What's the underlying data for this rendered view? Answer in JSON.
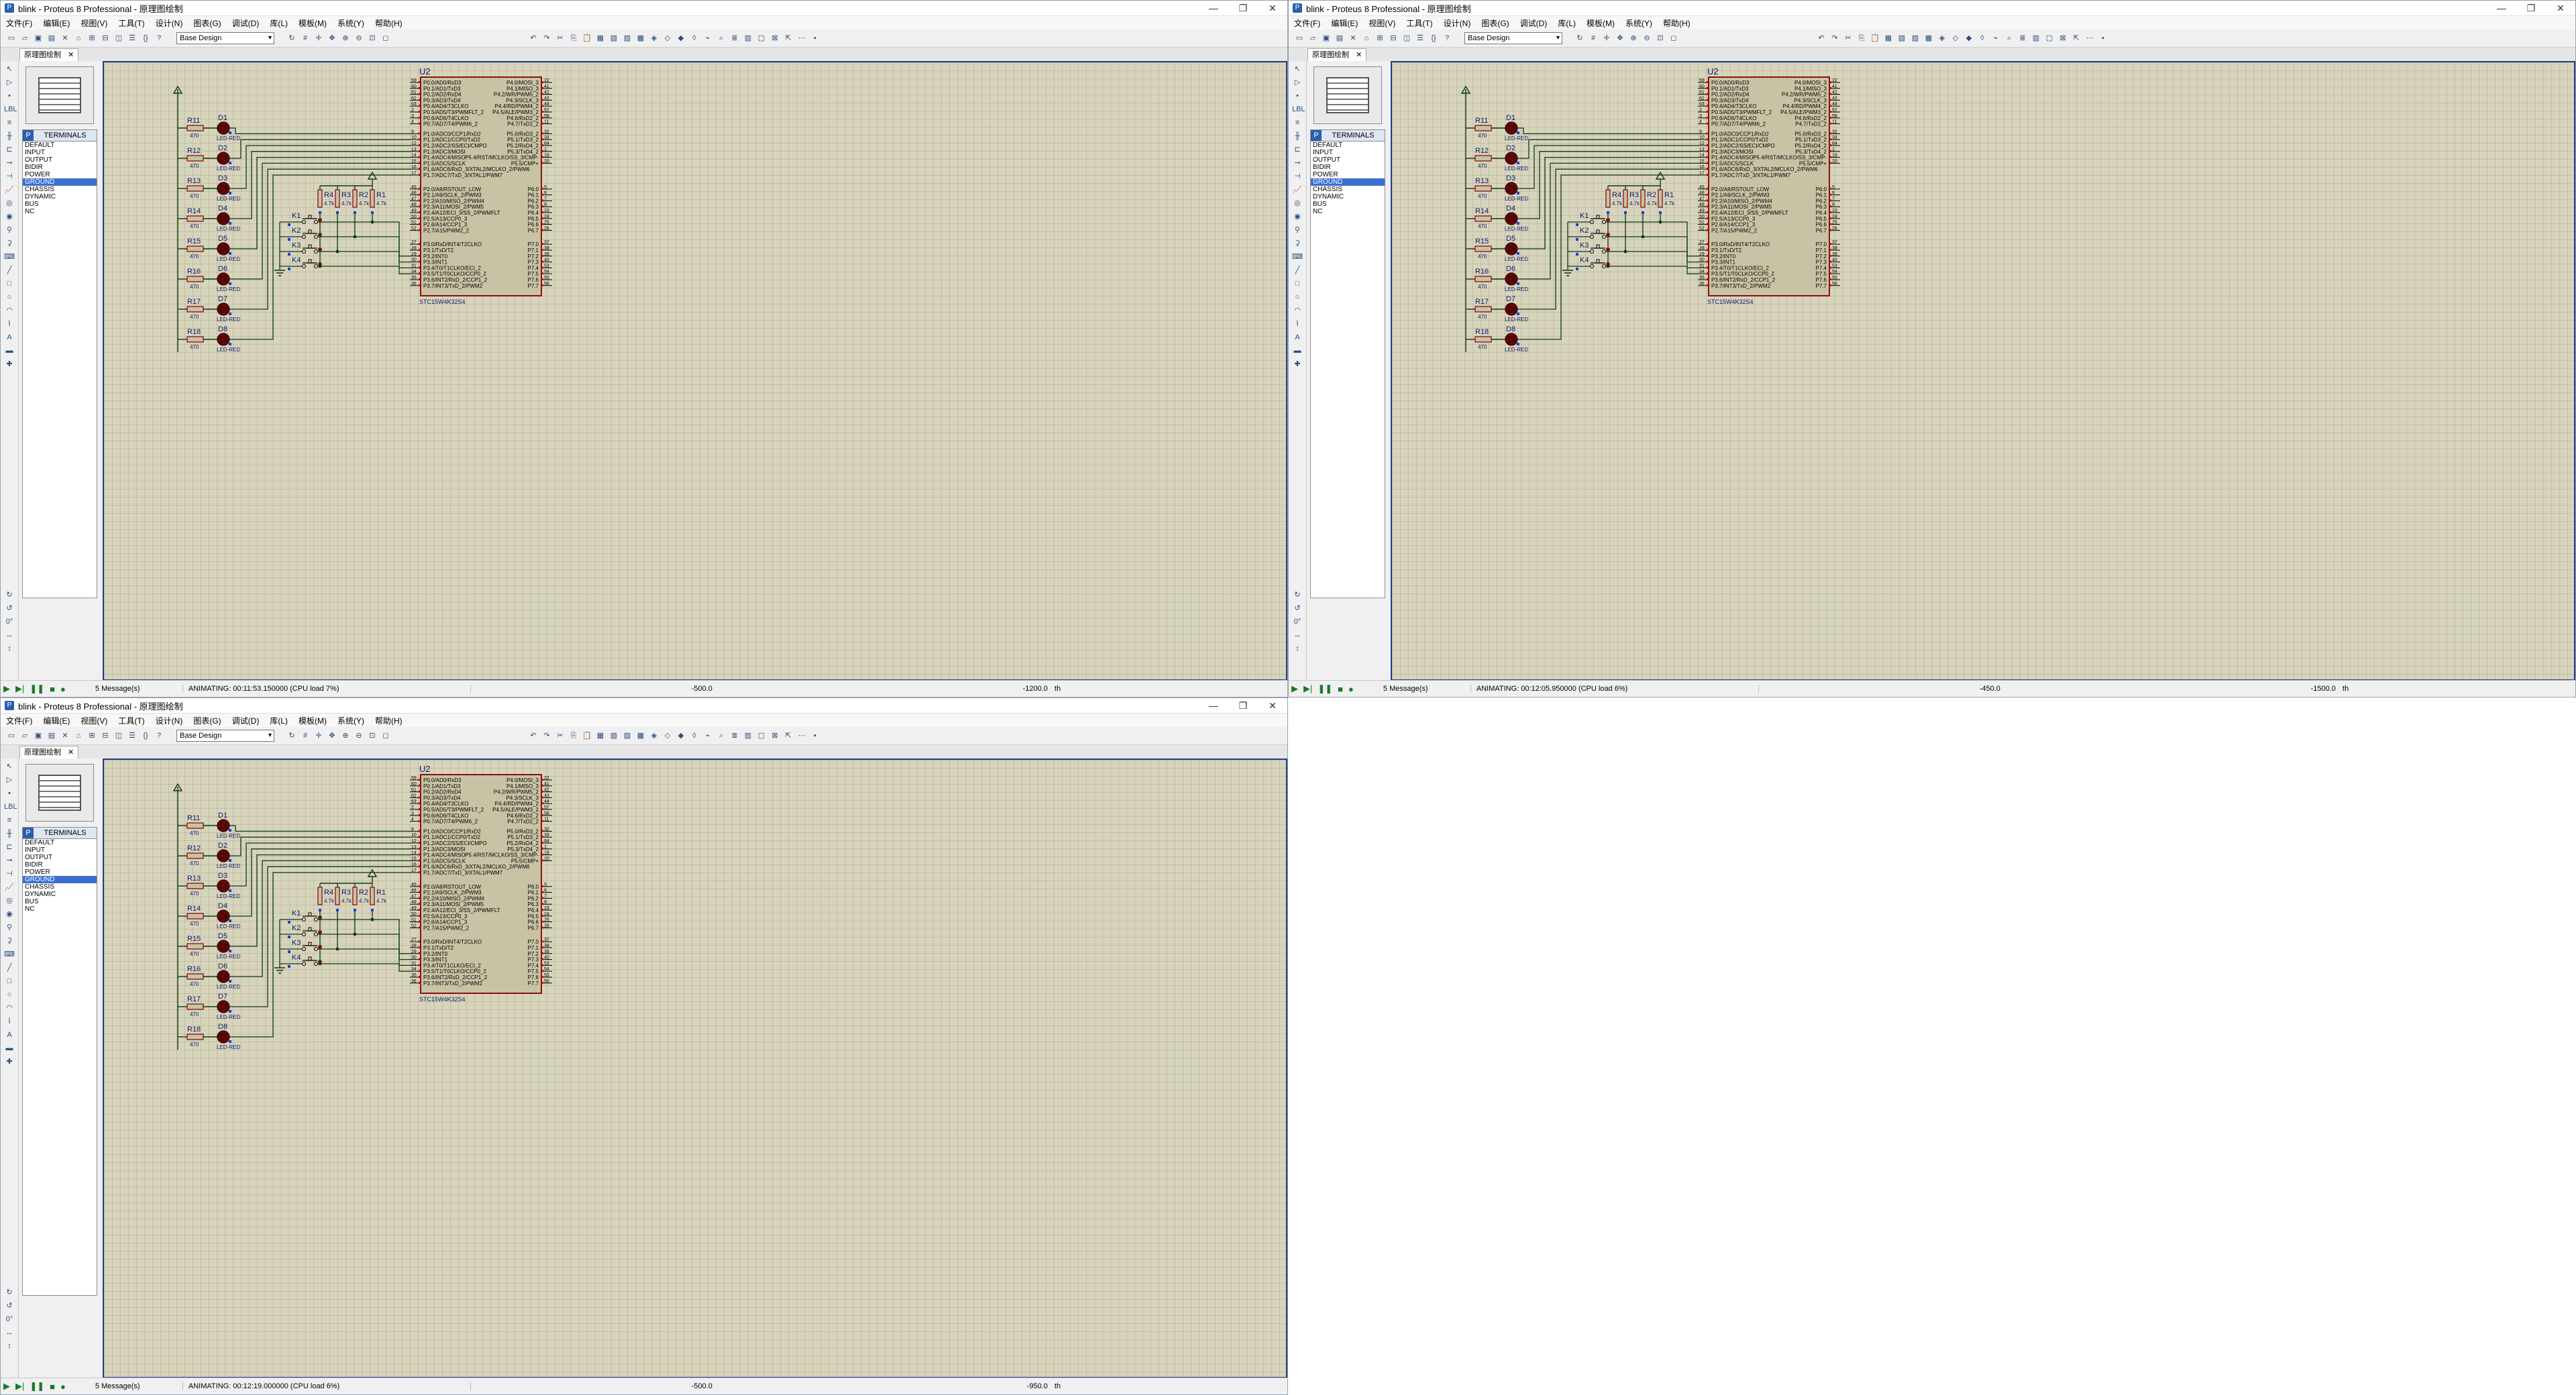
{
  "app": {
    "title": "blink - Proteus 8 Professional - 原理图绘制",
    "window_buttons": [
      "—",
      "❐",
      "✕"
    ],
    "menu": [
      "文件(F)",
      "编辑(E)",
      "视图(V)",
      "工具(T)",
      "设计(N)",
      "图表(G)",
      "调试(D)",
      "库(L)",
      "模板(M)",
      "系统(Y)",
      "帮助(H)"
    ],
    "design_combo": "Base Design",
    "tab_label": "原理图绘制",
    "tab_close": "✕",
    "panel": {
      "mode_button": "P",
      "mode_title": "TERMINALS",
      "items": [
        "DEFAULT",
        "INPUT",
        "OUTPUT",
        "BIDIR",
        "POWER",
        "GROUND",
        "CHASSIS",
        "DYNAMIC",
        "BUS",
        "NC"
      ],
      "selected": "GROUND"
    }
  },
  "schematic": {
    "chip": {
      "ref": "U2",
      "part": "STC15W4K32S4",
      "left_pins": [
        {
          "num": "59",
          "name": "P0.0/AD0/RxD3"
        },
        {
          "num": "60",
          "name": "P0.1/AD1/TxD3"
        },
        {
          "num": "61",
          "name": "P0.2/AD2/RxD4"
        },
        {
          "num": "62",
          "name": "P0.3/AD3/TxD4"
        },
        {
          "num": "63",
          "name": "P0.4/AD4/T3CLKO"
        },
        {
          "num": "2",
          "name": "P0.5/AD5/T3/PWMFLT_2"
        },
        {
          "num": "3",
          "name": "P0.6/AD6/T4CLKO"
        },
        {
          "num": "4",
          "name": "P0.7/AD7/T4/PWM6_2"
        },
        {
          "num": "9",
          "name": "P1.0/ADC0/CCP1/RxD2"
        },
        {
          "num": "10",
          "name": "P1.1/ADC1/CCP0/TxD2"
        },
        {
          "num": "12",
          "name": "P1.2/ADC2/SS/ECI/CMPO"
        },
        {
          "num": "13",
          "name": "P1.3/ADC3/MOSI"
        },
        {
          "num": "14",
          "name": "P1.4/ADC4/MISO"
        },
        {
          "num": "15",
          "name": "P1.5/ADC5/SCLK"
        },
        {
          "num": "16",
          "name": "P1.6/ADC6/RxD_3/XTAL2/MCLKO_2/PWM6"
        },
        {
          "num": "17",
          "name": "P1.7/ADC7/TxD_3/XTAL1/PWM7"
        },
        {
          "num": "45",
          "name": "P2.0/A8/RSTOUT_LOW"
        },
        {
          "num": "46",
          "name": "P2.1/A9/SCLK_2/PWM3"
        },
        {
          "num": "47",
          "name": "P2.2/A10/MISO_2/PWM4"
        },
        {
          "num": "48",
          "name": "P2.3/A11/MOSI_2/PWM5"
        },
        {
          "num": "49",
          "name": "P2.4/A12/ECI_3/SS_2/PWMFLT"
        },
        {
          "num": "50",
          "name": "P2.5/A13/CCP0_3"
        },
        {
          "num": "51",
          "name": "P2.6/A14/CCP1_3"
        },
        {
          "num": "52",
          "name": "P2.7/A15/PWM2_2"
        },
        {
          "num": "27",
          "name": "P3.0/RxD/INT4/T2CLKO"
        },
        {
          "num": "28",
          "name": "P3.1/TxD/T2"
        },
        {
          "num": "29",
          "name": "P3.2/INT0"
        },
        {
          "num": "30",
          "name": "P3.3/INT1"
        },
        {
          "num": "31",
          "name": "P3.4/T0/T1CLKO/ECI_2"
        },
        {
          "num": "34",
          "name": "P3.5/T1/T0CLKO/CCP0_2"
        },
        {
          "num": "35",
          "name": "P3.6/INT2/RxD_2/CCP1_2"
        },
        {
          "num": "36",
          "name": "P3.7/INT3/TxD_2/PWM2"
        }
      ],
      "right_pins": [
        {
          "num": "22",
          "name": "P4.0/MOSI_3"
        },
        {
          "num": "41",
          "name": "P4.1/MISO_3"
        },
        {
          "num": "42",
          "name": "P4.2/WR/PWM5_2"
        },
        {
          "num": "43",
          "name": "P4.3/SCLK_3"
        },
        {
          "num": "44",
          "name": "P4.4/RD/PWM4_2"
        },
        {
          "num": "57",
          "name": "P4.5/ALE/PWM3_2"
        },
        {
          "num": "58",
          "name": "P4.6/RxD2_2"
        },
        {
          "num": "11",
          "name": "P4.7/TxD2_2"
        },
        {
          "num": "32",
          "name": "P5.0/RxD3_2"
        },
        {
          "num": "33",
          "name": "P5.1/TxD3_2"
        },
        {
          "num": "64",
          "name": "P5.2/RxD4_2"
        },
        {
          "num": "1",
          "name": "P5.3/TxD4_2"
        },
        {
          "num": "18",
          "name": "P5.4/RST/MCLKO/SS_3/CMP-"
        },
        {
          "num": "20",
          "name": "P5.5/CMP+"
        },
        {
          "num": "5",
          "name": "P6.0"
        },
        {
          "num": "6",
          "name": "P6.1"
        },
        {
          "num": "7",
          "name": "P6.2"
        },
        {
          "num": "8",
          "name": "P6.3"
        },
        {
          "num": "23",
          "name": "P6.4"
        },
        {
          "num": "24",
          "name": "P6.5"
        },
        {
          "num": "25",
          "name": "P6.6"
        },
        {
          "num": "26",
          "name": "P6.7"
        },
        {
          "num": "37",
          "name": "P7.0"
        },
        {
          "num": "38",
          "name": "P7.1"
        },
        {
          "num": "39",
          "name": "P7.2"
        },
        {
          "num": "40",
          "name": "P7.3"
        },
        {
          "num": "53",
          "name": "P7.4"
        },
        {
          "num": "54",
          "name": "P7.5"
        },
        {
          "num": "55",
          "name": "P7.6"
        },
        {
          "num": "56",
          "name": "P7.7"
        }
      ]
    },
    "leds": [
      {
        "r": "R11",
        "d": "D1"
      },
      {
        "r": "R12",
        "d": "D2"
      },
      {
        "r": "R13",
        "d": "D3"
      },
      {
        "r": "R14",
        "d": "D4"
      },
      {
        "r": "R15",
        "d": "D5"
      },
      {
        "r": "R16",
        "d": "D6"
      },
      {
        "r": "R17",
        "d": "D7"
      },
      {
        "r": "R18",
        "d": "D8"
      }
    ],
    "led_value": "470",
    "led_part": "LED-RED",
    "pullups": [
      {
        "ref": "R4",
        "val": "4.7k"
      },
      {
        "ref": "R3",
        "val": "4.7k"
      },
      {
        "ref": "R2",
        "val": "4.7k"
      },
      {
        "ref": "R1",
        "val": "4.7k"
      }
    ],
    "keys": [
      "K1",
      "K2",
      "K3",
      "K4"
    ]
  },
  "windows": [
    {
      "id": "win-top-left",
      "status": {
        "messages": "5 Message(s)",
        "animating": "ANIMATING: 00:11:53.150000 (CPU load 7%)",
        "x": "-500.0",
        "y": "-1200.0",
        "unit": "th"
      }
    },
    {
      "id": "win-top-right",
      "status": {
        "messages": "5 Message(s)",
        "animating": "ANIMATING: 00:12:05.950000 (CPU load 6%)",
        "x": "-450.0",
        "y": "-1500.0",
        "unit": "th"
      }
    },
    {
      "id": "win-bottom-left",
      "status": {
        "messages": "5 Message(s)",
        "animating": "ANIMATING: 00:12:19.000000 (CPU load 6%)",
        "x": "-500.0",
        "y": "-950.0",
        "unit": "th"
      }
    }
  ]
}
